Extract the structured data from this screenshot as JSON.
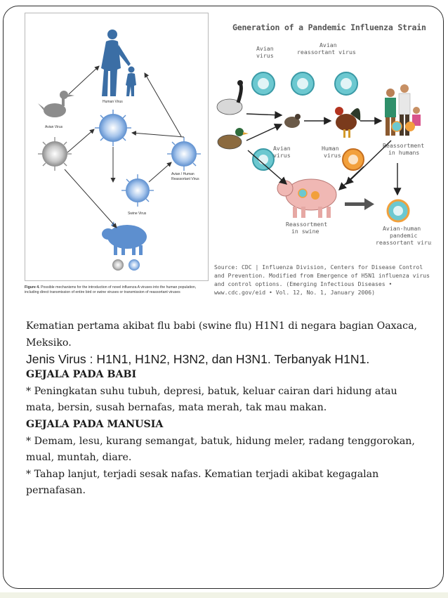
{
  "left_figure": {
    "labels": {
      "human": "Human Virus",
      "avian": "Avian Virus",
      "swine": "Swine Virus",
      "reassortant": "Avian / Human Reassortant Virus"
    },
    "caption_title": "Figure 4.",
    "caption_text": "Possible mechanisms for the introduction of novel influenza A viruses into the human population, including direct transmission of entire bird or swine viruses or transmission of reassortant viruses"
  },
  "right_figure": {
    "title": "Generation of a Pandemic Influenza Strain",
    "labels": {
      "avian_virus_top": [
        "Avian",
        "virus"
      ],
      "avian_reassortant": [
        "Avian",
        "reassortant virus"
      ],
      "avian_virus_mid": [
        "Avian",
        "virus"
      ],
      "human_virus": [
        "Human",
        "virus"
      ],
      "reassortment_humans": [
        "Reassortment",
        "in humans"
      ],
      "reassortment_swine": [
        "Reassortment",
        "in swine"
      ],
      "avian_human": [
        "Avian-human",
        "pandemic",
        "reassortant virus"
      ]
    },
    "source": "Source: CDC | Influenza Division, Centers for Disease Control and Prevention. Modified from Emergence of H5N1 influenza virus and control options. (Emerging Infectious Diseases • www.cdc.gov/eid • Vol. 12, No. 1, January 2006)"
  },
  "content": {
    "intro": "Kematian pertama akibat flu babi (swine flu) H1N1 di negara bagian Oaxaca, Meksiko.",
    "virus_types": "Jenis Virus : H1N1, H1N2, H3N2, dan H3N1. Terbanyak H1N1.",
    "heading_pig": "GEJALA PADA BABI",
    "pig_symptoms": "* Peningkatan suhu tubuh, depresi, batuk, keluar cairan dari hidung atau mata, bersin, susah bernafas, mata merah, tak mau makan.",
    "heading_human": "GEJALA PADA MANUSIA",
    "human_symptoms": "* Demam, lesu, kurang semangat, batuk, hidung meler, radang tenggorokan, mual, muntah, diare.",
    "late_stage": "* Tahap lanjut, terjadi sesak nafas. Kematian terjadi akibat kegagalan pernafasan."
  },
  "colors": {
    "slide_border": "#2a2a2a",
    "human_silhouette": "#3b6ea5",
    "virus_blue": "#6f9fd8",
    "virus_gray": "#9a9a9a",
    "pig_pink": "#f0b8b4",
    "virus_teal": "#6cc8d0",
    "virus_orange": "#f2a03c",
    "bottom_band": "#f1f3e6"
  }
}
